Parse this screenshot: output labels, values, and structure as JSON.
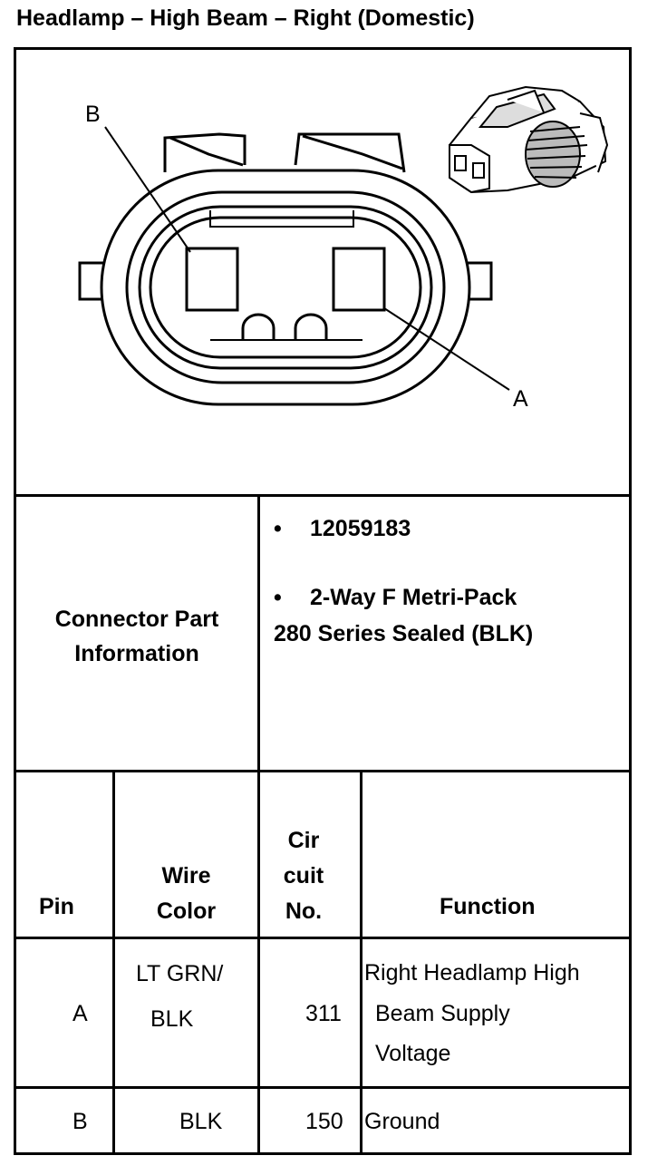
{
  "title": "Headlamp – High Beam – Right (Domestic)",
  "diagram": {
    "pin_label_b": "B",
    "pin_label_a": "A"
  },
  "connector_info": {
    "label_line1": "Connector Part",
    "label_line2": "Information",
    "bullet": "•",
    "part_number": "12059183",
    "description_line1": "2-Way F Metri-Pack",
    "description_line2": "280 Series Sealed (BLK)"
  },
  "table": {
    "headers": {
      "pin": "Pin",
      "wire_color_line1": "Wire",
      "wire_color_line2": "Color",
      "circuit_line1": "Cir",
      "circuit_line2": "cuit",
      "circuit_line3": "No.",
      "function": "Function"
    },
    "rows": [
      {
        "pin": "A",
        "wire_color_line1": "LT GRN/",
        "wire_color_line2": "BLK",
        "circuit": "311",
        "function_line1": "Right Headlamp High",
        "function_line2": "Beam Supply",
        "function_line3": "Voltage"
      },
      {
        "pin": "B",
        "wire_color": "BLK",
        "circuit": "150",
        "function": "Ground"
      }
    ]
  }
}
